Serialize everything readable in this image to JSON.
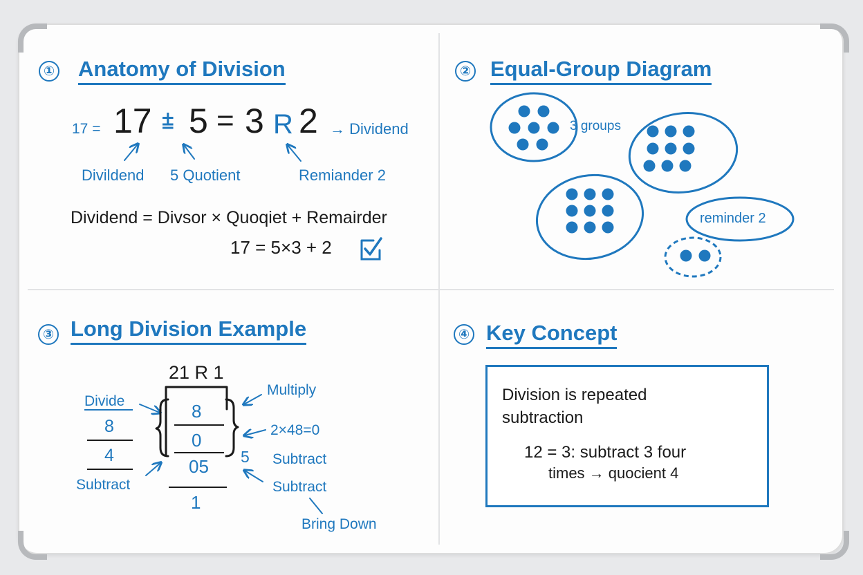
{
  "sections": {
    "anatomy": {
      "number": "①",
      "title": "Anatomy of Division",
      "prefix": "17 =",
      "dividend": "17",
      "operator": "⩲",
      "divisor": "5",
      "equals": "=",
      "quotient": "3",
      "r_mark": "R",
      "remainder": "2",
      "right_label": "→ Dividend",
      "label_dividend": "Divildend",
      "label_quotient": "5  Quotient",
      "label_remainder": "Remiander 2",
      "formula": "Dividend = Divsor × Quoqiet + Remairder",
      "check_equation": "17 = 5×3 + 2"
    },
    "groups": {
      "number": "②",
      "title": "Equal-Group Diagram",
      "groups_label": "3 groups",
      "remainder_label": "reminder 2"
    },
    "long_division": {
      "number": "③",
      "title": "Long Division Example",
      "result": "21 R 1",
      "left_divide": "Divide",
      "left_8": "8",
      "left_4": "4",
      "left_subtract": "Subtract",
      "center_8": "8",
      "center_0": "0",
      "center_05": "05",
      "center_1": "1",
      "side_5": "5",
      "right_multiply": "Multiply",
      "right_product": "2×48=0",
      "right_subtract_1": "Subtract",
      "right_subtract_2": "Subtract",
      "right_bring_down": "Bring Down"
    },
    "key_concept": {
      "number": "④",
      "title": "Key Concept",
      "line1": "Division is repeated",
      "line2": "subtraction",
      "line3": "12 = 3: subtract 3 four",
      "line4": "times → quocient 4"
    }
  },
  "colors": {
    "accent": "#1f78be",
    "ink": "#1b1b1b",
    "board": "#fdfdfd"
  }
}
